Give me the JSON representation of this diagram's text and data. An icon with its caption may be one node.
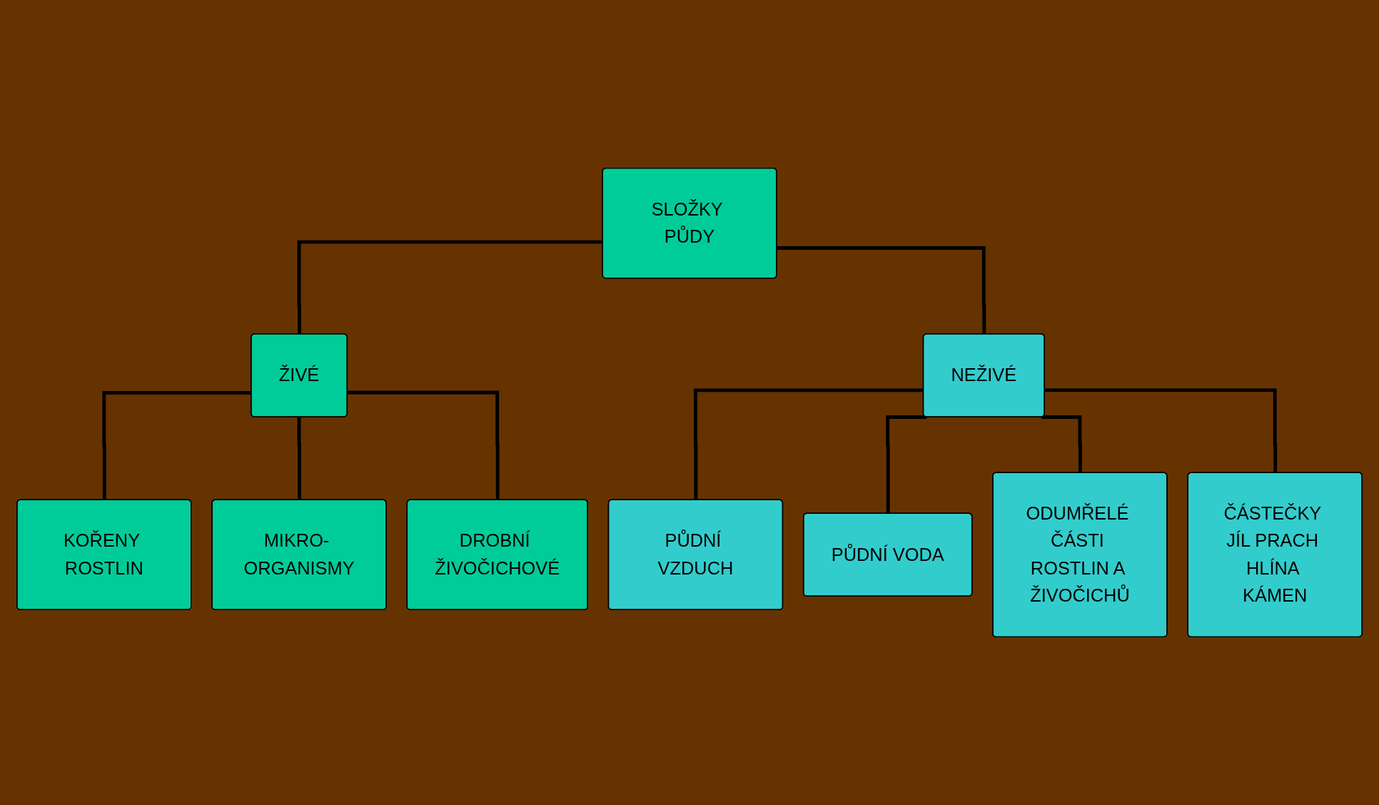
{
  "diagram": {
    "nodes": [
      {
        "text": [
          "SLOŽKY PŮDY"
        ]
      },
      {
        "text": [
          "ŽIVÉ"
        ]
      },
      {
        "text": [
          "NEŽIVÉ"
        ]
      },
      {
        "text": [
          "KOŘENY ROSTLIN"
        ]
      },
      {
        "text": [
          "MIKRO- ORGANISMY"
        ]
      },
      {
        "text": [
          "DROBNÍ ŽIVOČICHOVÉ"
        ]
      },
      {
        "text": [
          "PŮDNÍ VZDUCH"
        ]
      },
      {
        "text": [
          "PŮDNÍ VODA"
        ]
      },
      {
        "text": [
          "ODUMŘELÉ ČÁSTI ROSTLIN A ŽIVOČICHŮ"
        ]
      },
      {
        "text": [
          "ČÁSTEČKY JÍL PRACH HLÍNA KÁMEN"
        ]
      }
    ],
    "edges": [
      {
        "from": 0,
        "to": 1,
        "arrow": "none"
      },
      {
        "from": 0,
        "to": 2,
        "arrow": "none"
      },
      {
        "from": 1,
        "to": 3,
        "arrow": "none"
      },
      {
        "from": 1,
        "to": 4,
        "arrow": "none"
      },
      {
        "from": 1,
        "to": 5,
        "arrow": "none"
      },
      {
        "from": 2,
        "to": 6,
        "arrow": "none"
      },
      {
        "from": 2,
        "to": 7,
        "arrow": "none"
      },
      {
        "from": 2,
        "to": 8,
        "arrow": "none"
      },
      {
        "from": 2,
        "to": 9,
        "arrow": "none"
      }
    ]
  }
}
